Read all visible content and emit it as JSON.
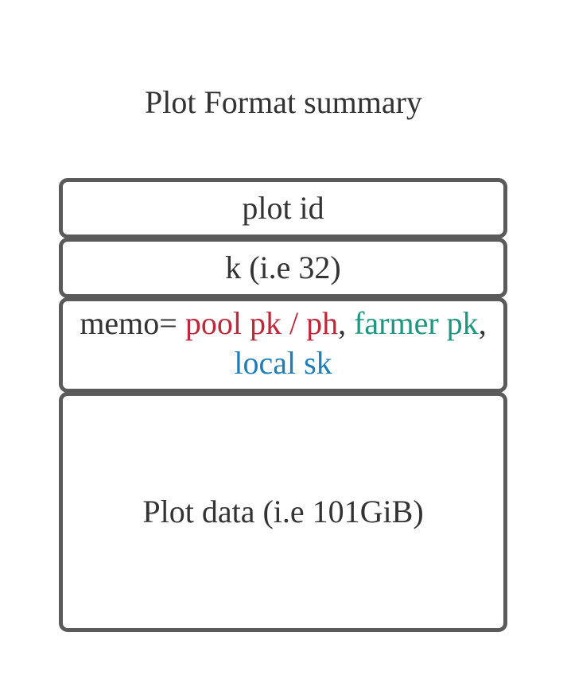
{
  "title": "Plot Format summary",
  "blocks": {
    "plot_id": "plot id",
    "k": "k (i.e 32)",
    "memo": {
      "prefix": "memo= ",
      "pool": "pool pk / ph",
      "sep1": ", ",
      "farmer": "farmer pk",
      "sep2": ",",
      "local": "local sk"
    },
    "plot_data": "Plot data (i.e 101GiB)"
  },
  "colors": {
    "pool": "#c0283a",
    "farmer": "#1e9680",
    "local": "#1a7fbb",
    "border": "#5a5a5a",
    "text": "#333333"
  }
}
